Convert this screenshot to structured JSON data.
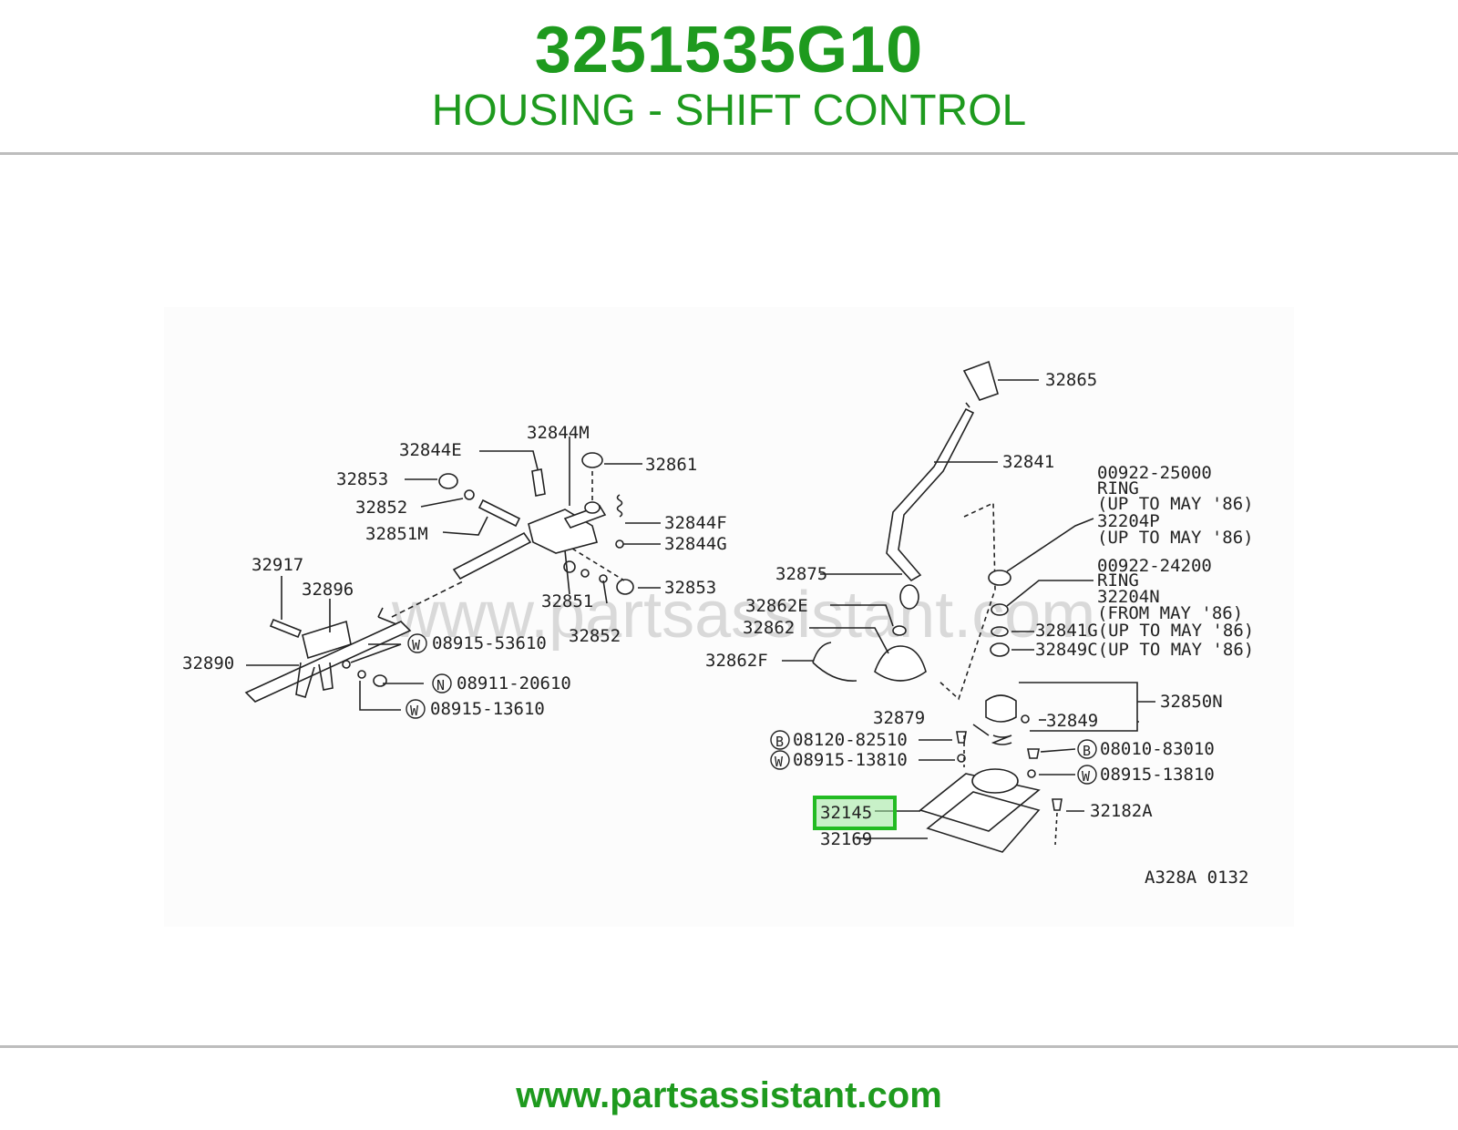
{
  "header": {
    "part_number": "3251535G10",
    "part_name": "HOUSING - SHIFT CONTROL"
  },
  "colors": {
    "brand_green": "#1e9a1e",
    "highlight_green": "#22bb22"
  },
  "diagram": {
    "watermark": "www.partsassistant.com",
    "code": "A328A 0132",
    "highlighted": "32145",
    "labels": {
      "p32844M": "32844M",
      "p32844E": "32844E",
      "p32861": "32861",
      "p32853a": "32853",
      "p32852a": "32852",
      "p32851M": "32851M",
      "p32844F": "32844F",
      "p32844G": "32844G",
      "p32917": "32917",
      "p32853b": "32853",
      "p32896": "32896",
      "p32851": "32851",
      "p32852b": "32852",
      "p32890": "32890",
      "w08915_53610": "08915-53610",
      "n08911_20610": "08911-20610",
      "w08915_13610": "08915-13610",
      "p32865": "32865",
      "p32841": "32841",
      "r00922_25000": "00922-25000",
      "ring1": "RING",
      "upto1": "(UP TO MAY '86)",
      "p32204P": "32204P",
      "upto2": "(UP TO MAY '86)",
      "r00922_24200": "00922-24200",
      "ring2": "RING",
      "p32204N": "32204N",
      "from1": "(FROM MAY '86)",
      "p32841G": "32841G(UP TO MAY '86)",
      "p32849C": "32849C(UP TO MAY '86)",
      "p32875": "32875",
      "p32862E": "32862E",
      "p32862": "32862",
      "p32862F": "32862F",
      "p32850N": "32850N",
      "p32879": "32879",
      "p32849": "32849",
      "b08120_82510": "08120-82510",
      "w08915_13810a": "08915-13810",
      "b08010_83010": "08010-83010",
      "w08915_13810b": "08915-13810",
      "p32145": "32145",
      "p32182A": "32182A",
      "p32169": "32169"
    },
    "circle_letters": {
      "w": "W",
      "n": "N",
      "b": "B"
    }
  },
  "footer": {
    "url": "www.partsassistant.com"
  }
}
